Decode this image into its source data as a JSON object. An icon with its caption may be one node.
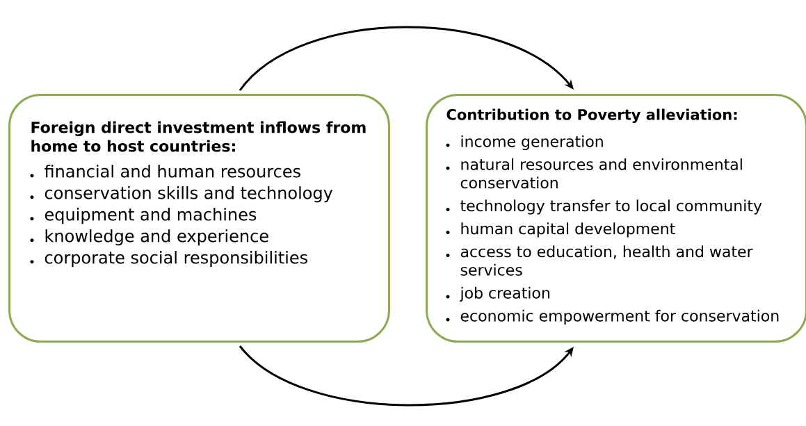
{
  "diagram": {
    "nodes": [
      {
        "text": [
          "Foreign direct investment inflows from home to host countries:",
          "financial and human resources",
          "conservation skills and technology",
          "equipment and machines",
          "knowledge and experience",
          "corporate social responsibilities"
        ]
      },
      {
        "text": [
          "Contribution to Poverty alleviation:",
          "income generation",
          "natural resources and environmental conservation",
          "technology transfer to local community",
          "human capital development",
          "access to education, health and water services",
          "job creation",
          "economic empowerment for conservation"
        ]
      }
    ],
    "edges": [
      {
        "from": 0,
        "to": 1,
        "arrow": "to"
      },
      {
        "from": 0,
        "to": 1,
        "arrow": "to"
      }
    ]
  }
}
